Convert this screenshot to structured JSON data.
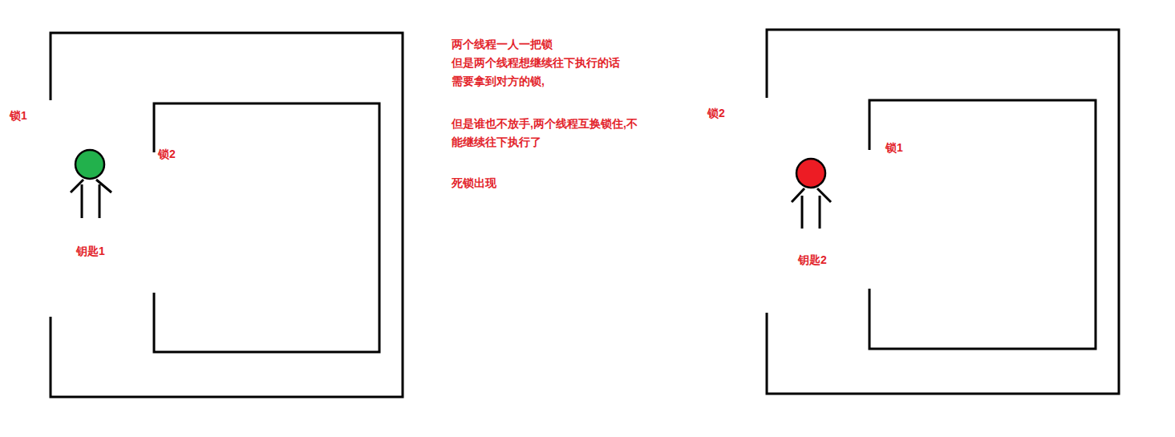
{
  "diagram": {
    "nodes": [
      {
        "text": [
          "锁1"
        ]
      },
      {
        "text": [
          "锁2"
        ],
        "in": 0
      },
      {
        "text": [
          "钥匙1"
        ],
        "in": 0
      },
      {
        "text": [
          "锁2"
        ]
      },
      {
        "text": [
          "锁1"
        ],
        "in": 3
      },
      {
        "text": [
          "钥匙2"
        ],
        "in": 3
      }
    ],
    "labels": [
      "两个线程一人一把锁",
      "但是两个线程想继续往下执行的话",
      "需要拿到对方的锁,",
      "但是谁也不放手,两个线程互换锁住,不",
      "能继续往下执行了",
      "死锁出现"
    ]
  }
}
